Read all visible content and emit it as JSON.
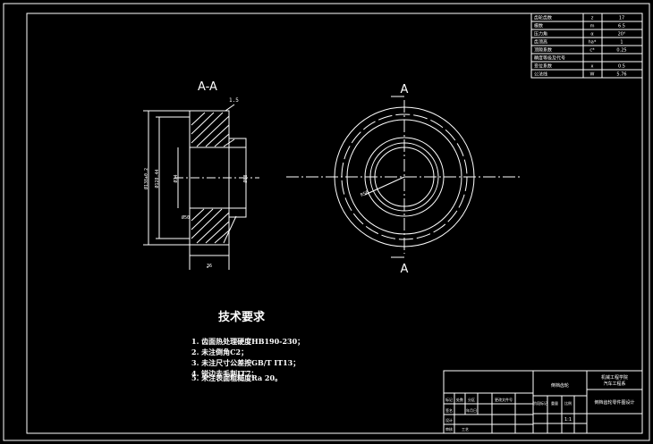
{
  "section_label": "A-A",
  "view_label_top": "A",
  "view_label_bottom": "A",
  "dims": {
    "chamfer": "1.5",
    "outer_dia": "Ø138±0.2",
    "mid_dia": "Ø128.44",
    "bore_dia": "Ø74",
    "small": "Ø50",
    "width": "36",
    "right_dia": "Ø68",
    "radial": "R56"
  },
  "params_table": {
    "rows": [
      {
        "name": "齿轮齿数",
        "sym": "z",
        "val": "17"
      },
      {
        "name": "模数",
        "sym": "m",
        "val": "6.5"
      },
      {
        "name": "压力角",
        "sym": "α",
        "val": "20°"
      },
      {
        "name": "齿顶高",
        "sym": "ha*",
        "val": "1"
      },
      {
        "name": "顶隙系数",
        "sym": "c*",
        "val": "0.25"
      },
      {
        "name": "精度等级及代号",
        "sym": "",
        "val": ""
      },
      {
        "name": "变位系数",
        "sym": "x",
        "val": "0.5"
      },
      {
        "name": "公法线",
        "sym": "W",
        "val": "5.76"
      }
    ]
  },
  "tech": {
    "title": "技术要求",
    "items": [
      "1. 齿面热处理硬度HB190-230；",
      "2. 未注倒角C2；",
      "3. 未注尺寸公差按GB/T IT13；",
      "4. 锐边去毛刺IT7；",
      "5. 未注表面粗糙度Ra 20。"
    ]
  },
  "title_block": {
    "school": "机械工程学院",
    "class": "汽车工程系",
    "part_name": "倒档齿轮",
    "drawing_title": "倒档齿轮零件图设计",
    "ratio": "1:1",
    "labels": [
      "标记",
      "处数",
      "分区",
      "更改文件号",
      "签名",
      "年月日",
      "设计",
      "审核",
      "工艺",
      "阶段标记",
      "重量",
      "比例"
    ]
  }
}
